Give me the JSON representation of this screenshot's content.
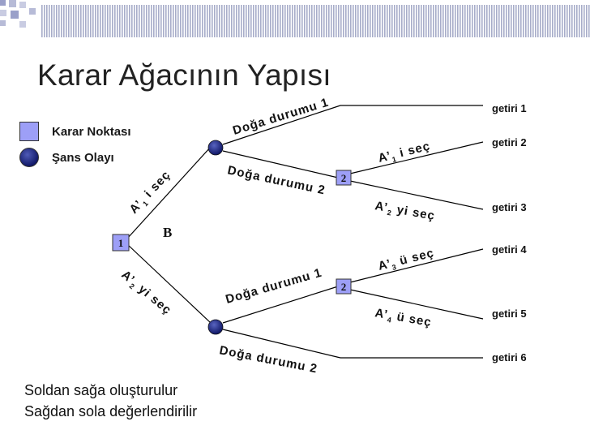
{
  "title": "Karar Ağacının Yapısı",
  "legend": {
    "decision": "Karar Noktası",
    "chance": "Şans Olayı"
  },
  "tree": {
    "root_number": "1",
    "root_letter": "B",
    "decision_number": "2",
    "branch_upper": {
      "pre": "A’",
      "sub": "1",
      "post": " i seç"
    },
    "branch_lower": {
      "pre": "A’",
      "sub": "2",
      "post": " yi seç"
    },
    "upper_state_1": {
      "text": "Doğa durumu ",
      "num": "1"
    },
    "upper_state_2": {
      "text": "Doğa durumu ",
      "num": "2"
    },
    "lower_state_1": {
      "text": "Doğa durumu ",
      "num": "1"
    },
    "lower_state_2": {
      "text": "Doğa durumu ",
      "num": "2"
    },
    "alt_1": {
      "pre": "A’",
      "sub": "1",
      "post": " i seç"
    },
    "alt_2": {
      "pre": "A’",
      "sub": "2",
      "post": " yi seç"
    },
    "alt_3": {
      "pre": "A’",
      "sub": "3",
      "post": " ü seç"
    },
    "alt_4": {
      "pre": "A’",
      "sub": "4",
      "post": " ü seç"
    },
    "outcomes": [
      "getiri 1",
      "getiri 2",
      "getiri 3",
      "getiri 4",
      "getiri 5",
      "getiri 6"
    ]
  },
  "footer": {
    "line1": "Soldan sağa oluşturulur",
    "line2": "Sağdan sola değerlendirilir"
  },
  "colors": {
    "decision_fill": "#9d9ff7",
    "chance_fill": "#1a2277"
  }
}
